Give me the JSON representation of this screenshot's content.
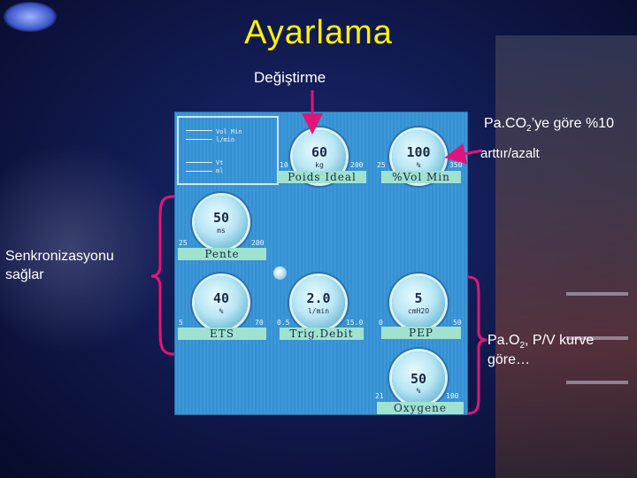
{
  "title": "Ayarlama",
  "subtitle": "Değiştirme",
  "annotations": {
    "paco2_line1_pre": "Pa.CO",
    "paco2_line1_sub": "2",
    "paco2_line1_post": "’ye göre %10",
    "paco2_line2": "arttır/azalt",
    "sync_line1": "Senkronizasyonu",
    "sync_line2": "sağlar",
    "pao2_line1_pre": "Pa.O",
    "pao2_line1_sub": "2",
    "pao2_line1_post": ", P/V kurve",
    "pao2_line2": "göre…"
  },
  "panel": {
    "box": {
      "volmin": "Vol Min",
      "lmin": "l/min",
      "vt": "Vt",
      "ml": "ml"
    },
    "knobs": {
      "poids": {
        "value": "60",
        "unit": "kg",
        "min": "10",
        "max": "200",
        "label": "Poids Ideal"
      },
      "volmin": {
        "value": "100",
        "unit": "%",
        "min": "25",
        "max": "350",
        "label": "%Vol Min"
      },
      "pente": {
        "value": "50",
        "unit": "ms",
        "min": "25",
        "max": "200",
        "label": "Pente"
      },
      "ets": {
        "value": "40",
        "unit": "%",
        "min": "5",
        "max": "70",
        "label": "ETS"
      },
      "trig": {
        "value": "2.0",
        "unit": "l/min",
        "min": "0.5",
        "max": "15.0",
        "label": "Trig.Debit"
      },
      "pep": {
        "value": "5",
        "unit": "cmH2O",
        "min": "0",
        "max": "50",
        "label": "PEP"
      },
      "oxygene": {
        "value": "50",
        "unit": "%",
        "min": "21",
        "max": "100",
        "label": "Oxygene"
      }
    }
  },
  "colors": {
    "title": "#fff200",
    "text": "#ffffff",
    "arrows": "#e0157a",
    "brackets": "#e0157a",
    "panel": "#3d97d8",
    "label_bg": "#9fe2cf"
  }
}
